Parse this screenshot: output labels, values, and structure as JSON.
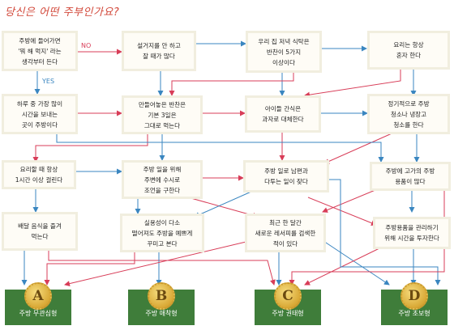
{
  "title": "당신은 어떤 주부인가요?",
  "colors": {
    "yes_arrow": "#3a86c0",
    "no_arrow": "#d83d58",
    "result_bg": "#3f7d3a",
    "title": "#d2483a"
  },
  "edge_labels": {
    "no": "NO",
    "yes": "YES"
  },
  "questions": {
    "q1": [
      "주방에 들어가면",
      "'뭐 해 먹지' 라는",
      "생각부터 든다"
    ],
    "q2": [
      "설거지를 안 하고",
      "잘 때가 많다"
    ],
    "q3": [
      "우리 집 저녁 식탁은",
      "반찬이 5가지",
      "이상이다"
    ],
    "q4": [
      "요리는 항상",
      "혼자 한다"
    ],
    "q5": [
      "하루 중 가장 많이",
      "시간을 보내는",
      "곳이 주방이다"
    ],
    "q6": [
      "만들어놓은 반찬은",
      "기본 3일은",
      "그대로 먹는다"
    ],
    "q7": [
      "아이들 간식은",
      "과자로 대체한다"
    ],
    "q8": [
      "정기적으로 주방",
      "청소나 냉장고",
      "청소를 한다"
    ],
    "q9": [
      "요리할 때 항상",
      "1시간 이상 걸린다"
    ],
    "q10": [
      "주방 일을 위해",
      "주변에 수시로",
      "조언을 구한다"
    ],
    "q11": [
      "주방 일로 남편과",
      "다투는 일이 잦다"
    ],
    "q12": [
      "주방에 고가의 주방",
      "용품이 많다"
    ],
    "q13": [
      "배달 음식을 즐겨",
      "먹는다"
    ],
    "q14": [
      "실용성이 다소",
      "떨어져도 주방을 예쁘게",
      "꾸미고 본다"
    ],
    "q15": [
      "최근 한 달간",
      "새로운 레서피를 검색한",
      "적이 있다"
    ],
    "q16": [
      "주방용품을 관리하기",
      "위해 시간을 투자한다"
    ]
  },
  "results": [
    {
      "letter": "A",
      "label": "주방 무관심형"
    },
    {
      "letter": "B",
      "label": "주방 애착형"
    },
    {
      "letter": "C",
      "label": "주방 권태형"
    },
    {
      "letter": "D",
      "label": "주방 초보형"
    }
  ]
}
